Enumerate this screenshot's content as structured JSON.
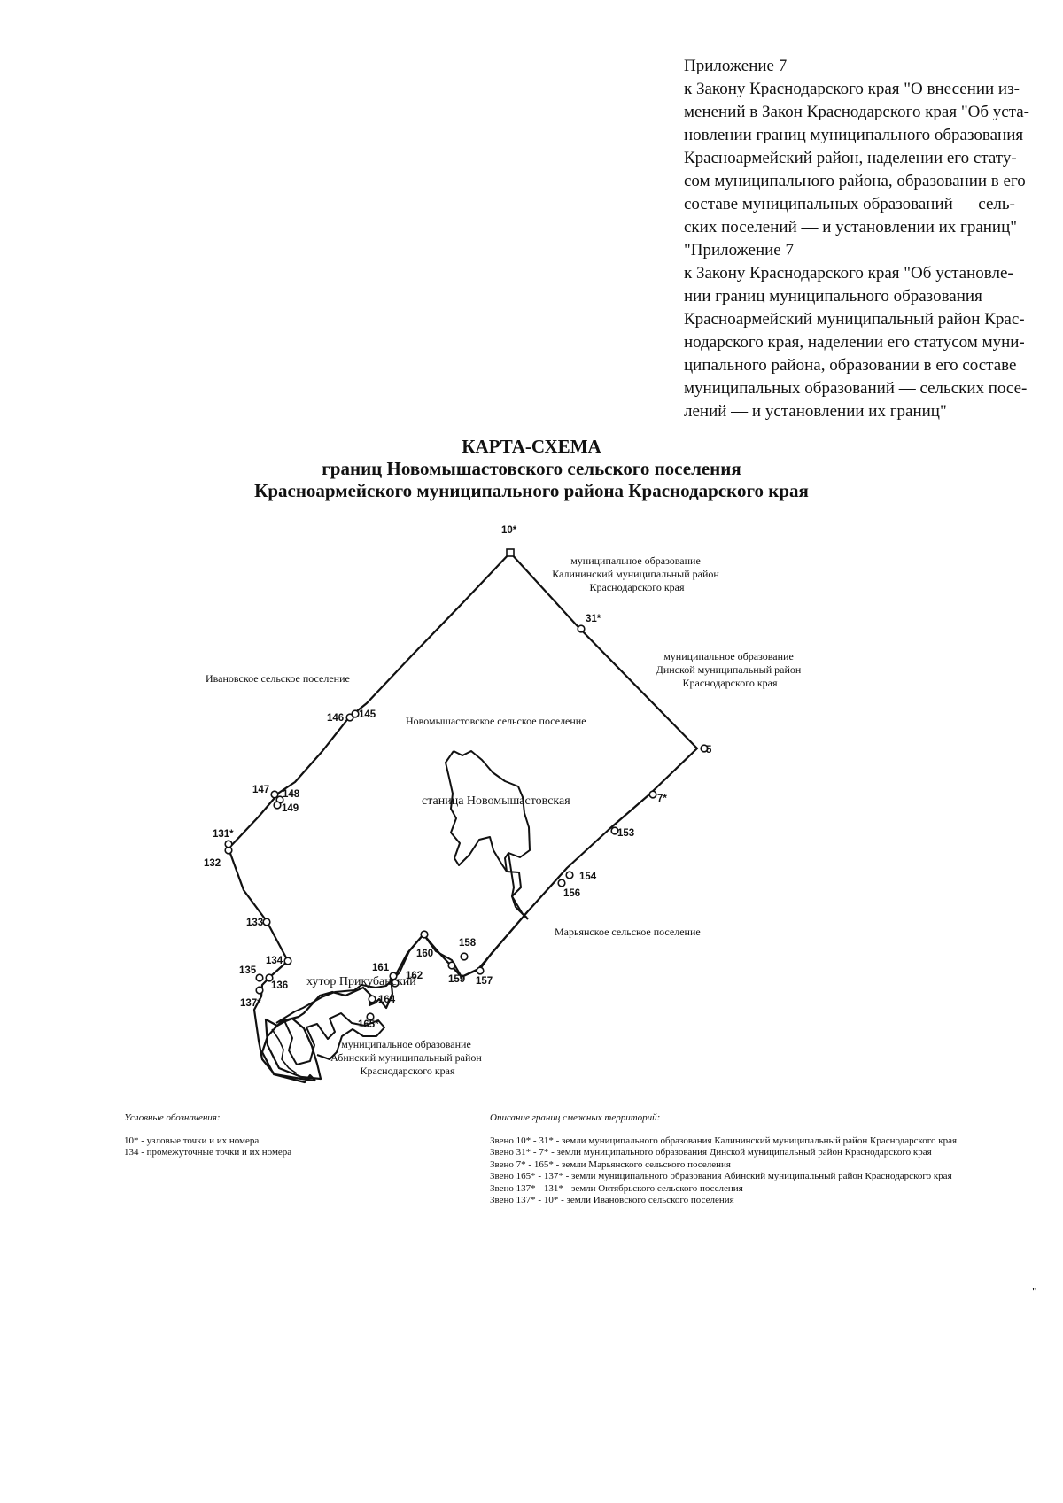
{
  "appendix_1": {
    "lines": [
      "Приложение 7",
      "к Закону Краснодарского края \"О внесении из-",
      "менений в Закон Краснодарского края \"Об уста-",
      "новлении границ муниципального образования",
      "Красноармейский район, наделении его стату-",
      "сом муниципального района, образовании в его",
      "составе муниципальных образований — сель-",
      "ских поселений — и установлении их границ\""
    ]
  },
  "appendix_2": {
    "lines": [
      "\"Приложение 7",
      "к Закону Краснодарского края \"Об установле-",
      "нии границ муниципального образования",
      "Красноармейский муниципальный район Крас-",
      "нодарского края, наделении его статусом муни-",
      "ципального района, образовании в его составе",
      "муниципальных образований — сельских посе-",
      "лений — и установлении их границ\""
    ]
  },
  "title": {
    "line1": "КАРТА-СХЕМА",
    "line2": "границ Новомышастовского сельского поселения",
    "line3": "Красноармейского муниципального района Краснодарского края"
  },
  "map": {
    "areas": {
      "kalinin": [
        "муниципальное образование",
        "Калининский муниципальный район",
        "Краснодарского края"
      ],
      "dinskoy": [
        "муниципальное образование",
        "Динской муниципальный район",
        "Краснодарского края"
      ],
      "ivanovskoe": "Ивановское сельское поселение",
      "novomyshastovskoe": "Новомышастовское сельское поселение",
      "stanitsa": "станица Новомышастовская",
      "maryanskoe": "Марьянское сельское поселение",
      "khutor": "хутор Прикубанский",
      "abinsk": [
        "муниципальное образование",
        "Абинский муниципальный район",
        "Краснодарского края"
      ]
    },
    "points": {
      "p10": "10*",
      "p31": "31*",
      "p5": "5",
      "p7": "7*",
      "p153": "153",
      "p154": "154",
      "p156": "156",
      "p157": "157",
      "p158": "158",
      "p159": "159",
      "p160": "160",
      "p161": "161",
      "p162": "162",
      "p164": "164",
      "p165": "165*",
      "p137": "137*",
      "p135": "135",
      "p136": "136",
      "p134": "134",
      "p133": "133",
      "p132": "132",
      "p131": "131*",
      "p147": "147",
      "p148": "148",
      "p149": "149",
      "p146": "146",
      "p145": "145"
    }
  },
  "legend": {
    "heading": "Условные обозначения:",
    "items": [
      "10* - узловые точки и их номера",
      "134 - промежуточные точки и их номера"
    ]
  },
  "borders": {
    "heading": "Описание границ смежных территорий:",
    "items": [
      "Звено   10* - 31* - земли муниципального образования Калининский муниципальный район Краснодарского края",
      "Звено   31* - 7* - земли муниципального образования Динской муниципальный район Краснодарского края",
      "Звено     7* - 165* - земли Марьянского сельского поселения",
      "Звено 165* - 137* - земли муниципального образования Абинский муниципальный район Краснодарского края",
      "Звено 137* - 131* - земли Октябрьского сельского поселения",
      "Звено 137* - 10* - земли Ивановского сельского поселения"
    ]
  },
  "closing_quote": "\""
}
